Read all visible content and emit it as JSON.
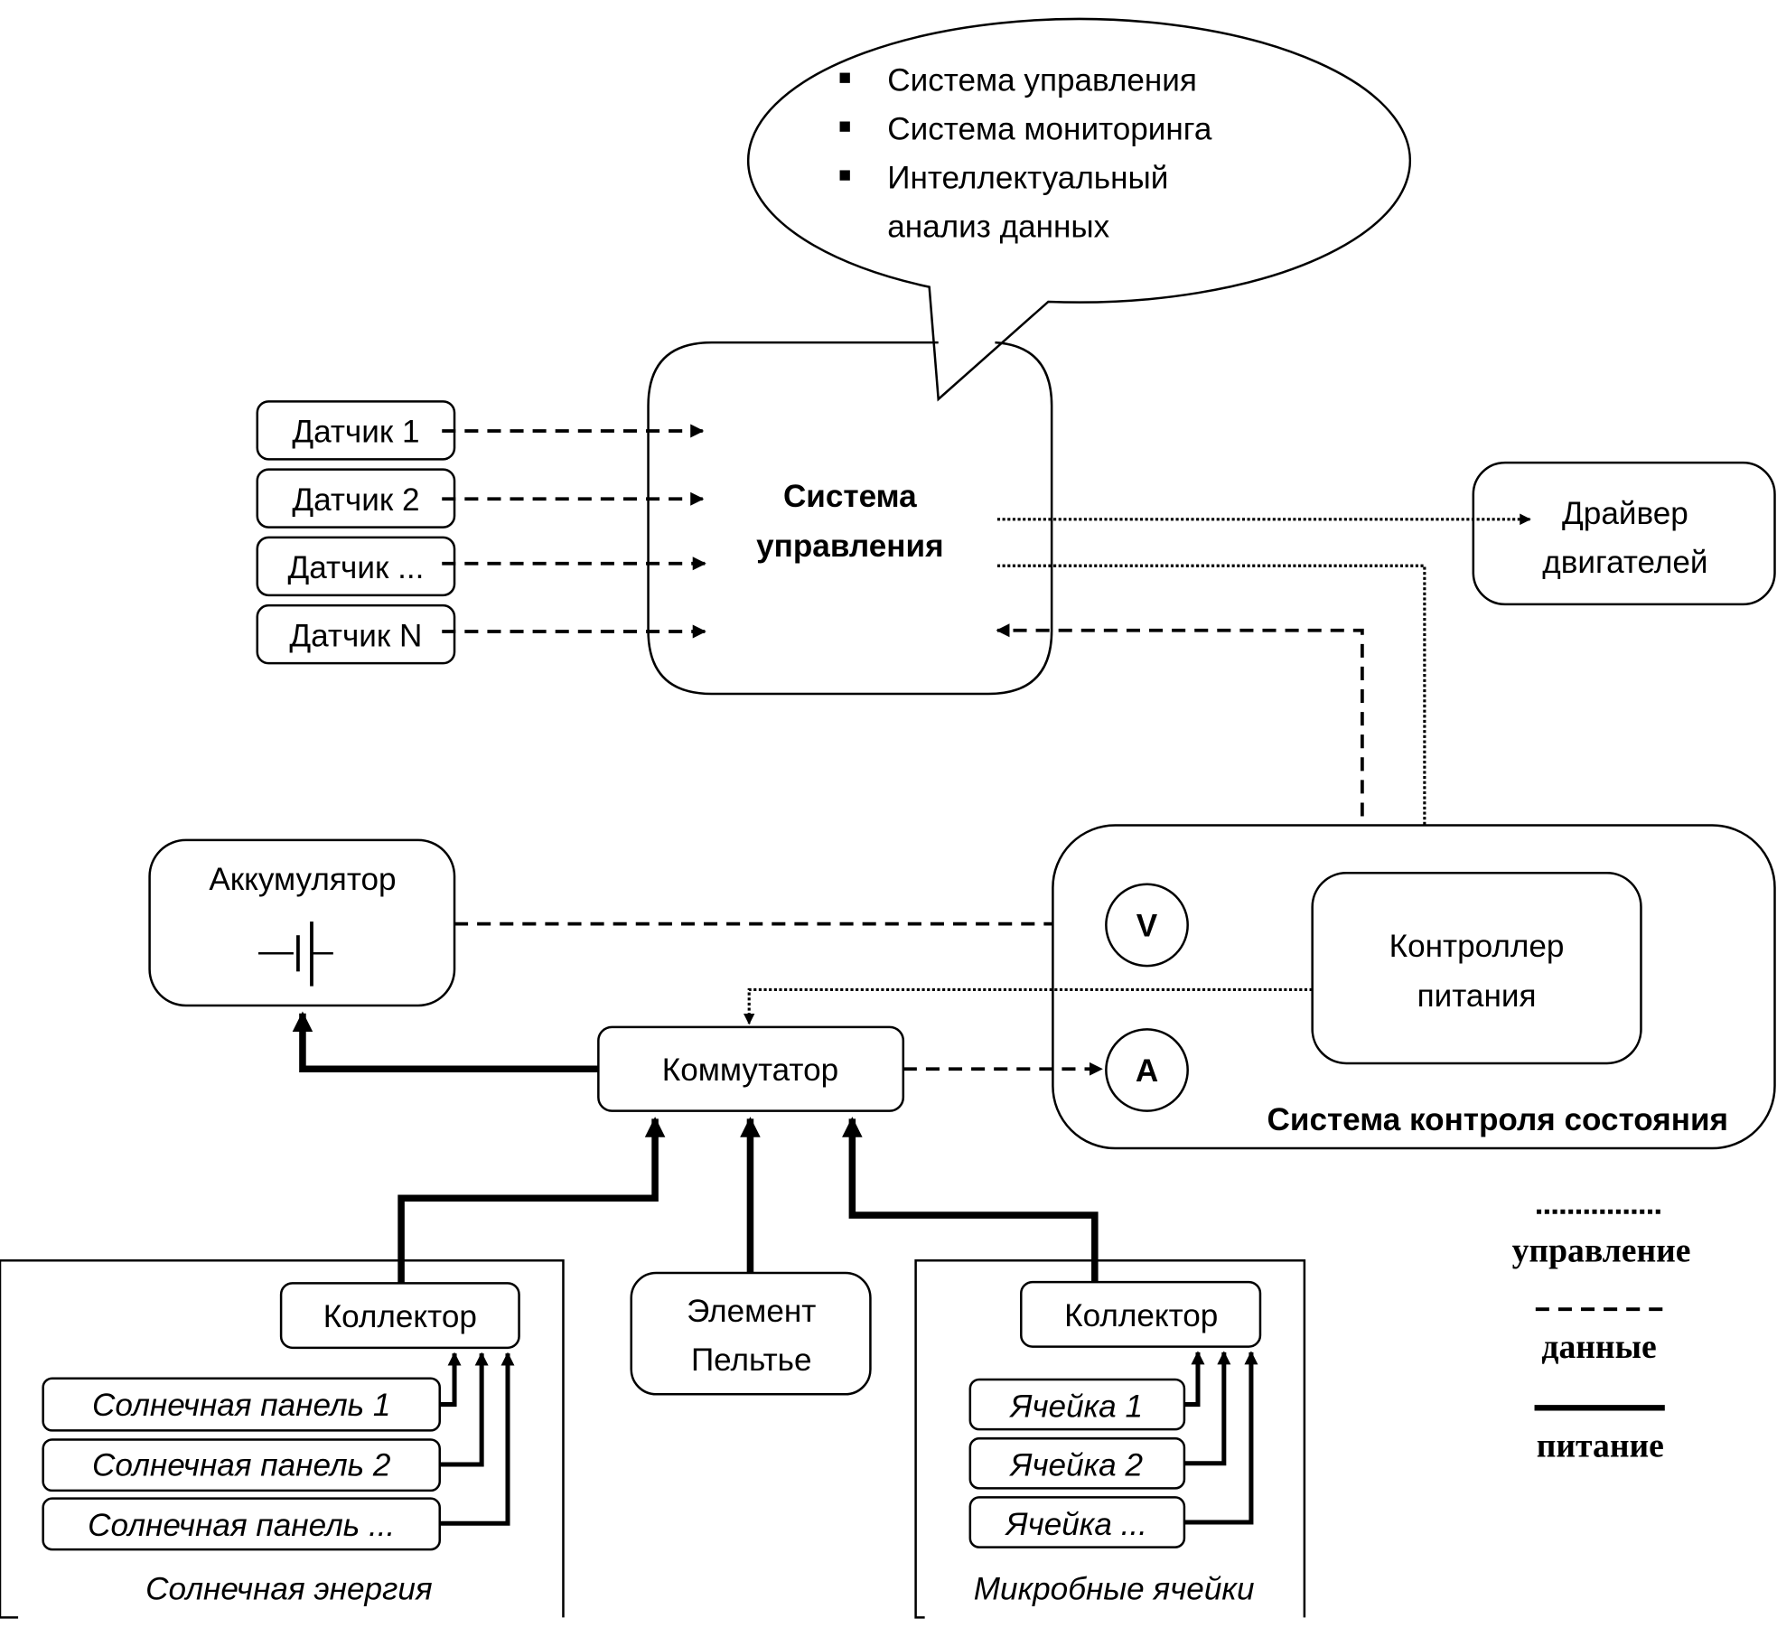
{
  "bubble": {
    "items": [
      "Система управления",
      "Система мониторинга",
      "Интеллектуальный"
    ],
    "continuation": "анализ данных"
  },
  "control_system": {
    "line1": "Система",
    "line2": "управления"
  },
  "sensors": [
    "Датчик 1",
    "Датчик 2",
    "Датчик ...",
    "Датчик N"
  ],
  "motor_driver": {
    "line1": "Драйвер",
    "line2": "двигателей"
  },
  "battery": {
    "label": "Аккумулятор"
  },
  "state_control": {
    "title": "Система контроля состояния",
    "voltmeter": "V",
    "ammeter": "A",
    "controller": {
      "line1": "Контроллер",
      "line2": "питания"
    }
  },
  "switch": {
    "label": "Коммутатор"
  },
  "peltier": {
    "line1": "Элемент",
    "line2": "Пельтье"
  },
  "solar_group": {
    "title": "Солнечная энергия",
    "collector": "Коллектор",
    "panels": [
      "Солнечная панель 1",
      "Солнечная панель 2",
      "Солнечная панель ..."
    ]
  },
  "microbial_group": {
    "title": "Микробные ячейки",
    "collector": "Коллектор",
    "cells": [
      "Ячейка 1",
      "Ячейка 2",
      "Ячейка ..."
    ]
  },
  "legend": {
    "control": "управление",
    "data": "данные",
    "power": "питание"
  }
}
